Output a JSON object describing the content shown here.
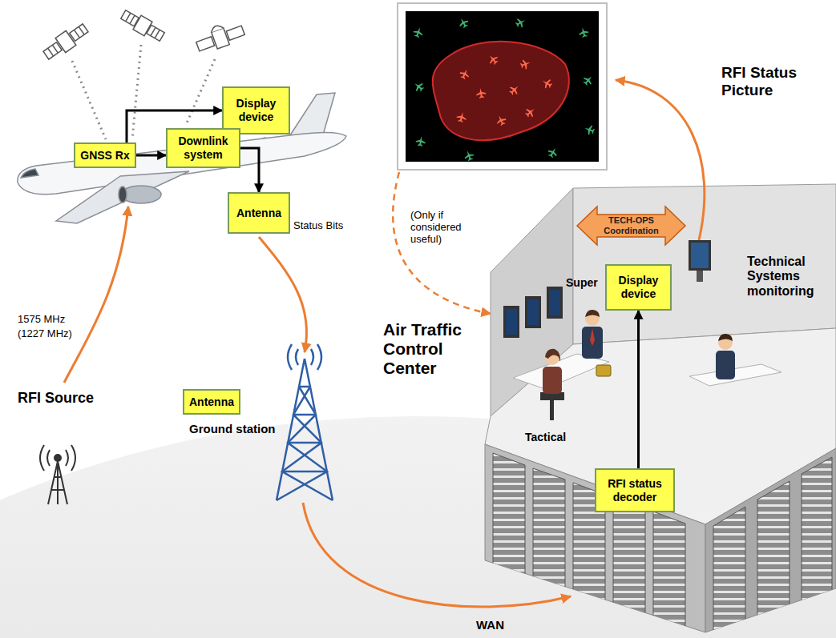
{
  "diagram": {
    "nodes": [
      {
        "text": [
          "Display device"
        ]
      },
      {
        "text": [
          "GNSS Rx"
        ]
      },
      {
        "text": [
          "Downlink system"
        ]
      },
      {
        "text": [
          "Antenna"
        ]
      },
      {
        "text": [
          "Antenna"
        ]
      },
      {
        "text": [
          "Display device"
        ]
      },
      {
        "text": [
          "RFI status decoder"
        ]
      }
    ],
    "edges": [
      {
        "from": 1,
        "to": 0,
        "arrow": "to"
      },
      {
        "from": 1,
        "to": 2,
        "arrow": "to"
      },
      {
        "from": 2,
        "to": 3,
        "arrow": "to"
      },
      {
        "from": 6,
        "to": 5,
        "arrow": "to"
      }
    ],
    "labels": [
      "Status Bits",
      "1575 MHz",
      "(1227 MHz)",
      "RFI Source",
      "Ground station",
      "WAN",
      "Air Traffic Control Center",
      "(Only if considered useful)",
      "TECH-OPS Coordination",
      "Super",
      "Tactical",
      "Technical Systems monitoring",
      "RFI Status Picture"
    ]
  }
}
